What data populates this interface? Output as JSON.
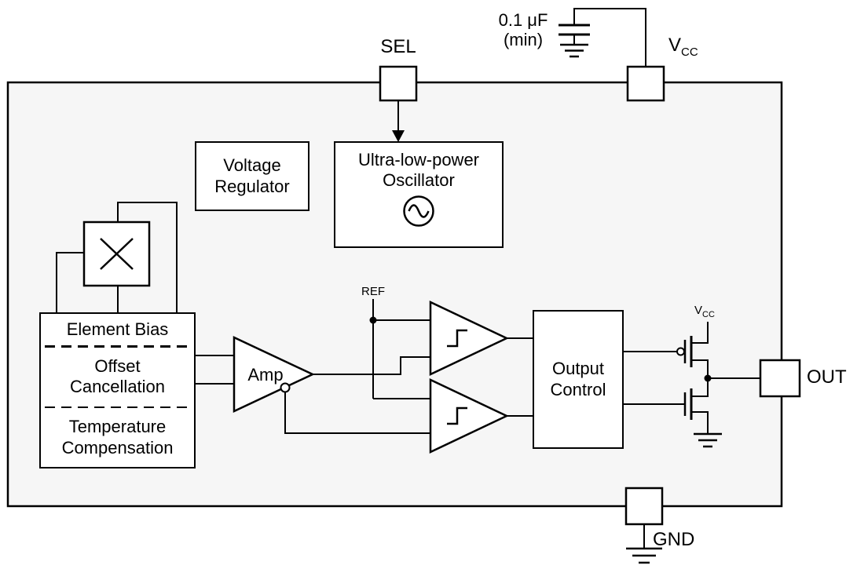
{
  "colors": {
    "ic_body_fill": "#f6f6f6",
    "line": "#000000",
    "background": "#ffffff"
  },
  "diagram": {
    "pins": {
      "sel": "SEL",
      "vcc_main": "V",
      "vcc_sub": "CC",
      "out": "OUT",
      "gnd": "GND"
    },
    "external": {
      "cap_value": "0.1 μF",
      "cap_note": "(min)"
    },
    "blocks": {
      "voltage_regulator_line1": "Voltage",
      "voltage_regulator_line2": "Regulator",
      "oscillator_line1": "Ultra-low-power",
      "oscillator_line2": "Oscillator",
      "bias_row1": "Element Bias",
      "bias_row2_line1": "Offset",
      "bias_row2_line2": "Cancellation",
      "bias_row3_line1": "Temperature",
      "bias_row3_line2": "Compensation",
      "amp": "Amp",
      "output_control_line1": "Output",
      "output_control_line2": "Control"
    },
    "nets": {
      "ref": "REF",
      "vcc_internal_main": "V",
      "vcc_internal_sub": "CC"
    }
  }
}
